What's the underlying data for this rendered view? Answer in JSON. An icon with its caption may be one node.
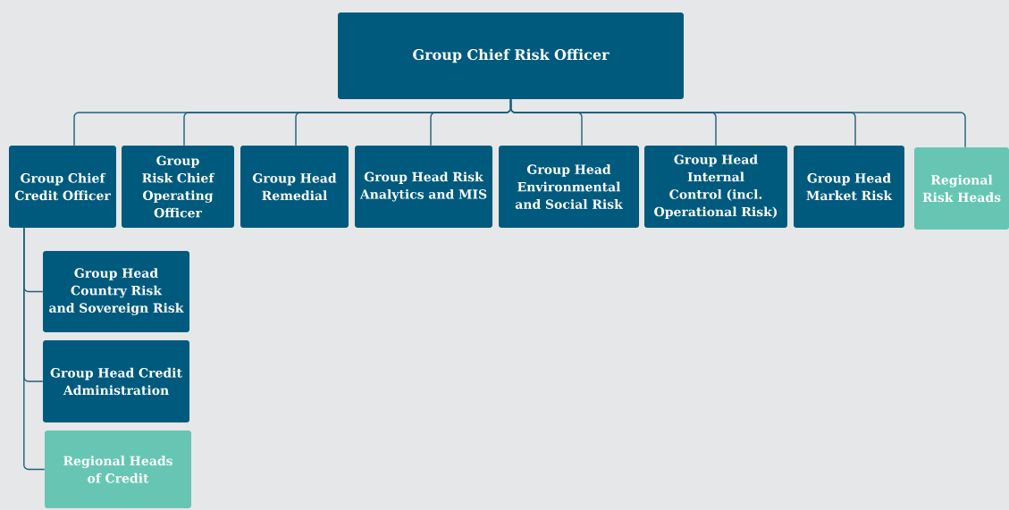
{
  "diagram": {
    "nodes": [
      {
        "text": [
          "Group Chief Risk Officer"
        ]
      },
      {
        "text": [
          "Group Chief Credit Officer"
        ]
      },
      {
        "text": [
          "Group Risk Chief Operating Officer"
        ]
      },
      {
        "text": [
          "Group Head Remedial"
        ]
      },
      {
        "text": [
          "Group Head Risk Analytics and MIS"
        ]
      },
      {
        "text": [
          "Group Head Environmental and Social Risk"
        ]
      },
      {
        "text": [
          "Group Head Internal Control (incl. Operational Risk)"
        ]
      },
      {
        "text": [
          "Group Head Market Risk"
        ]
      },
      {
        "text": [
          "Regional Risk Heads"
        ]
      },
      {
        "text": [
          "Group Head Country Risk and Sovereign Risk"
        ]
      },
      {
        "text": [
          "Group Head Credit Administration"
        ]
      },
      {
        "text": [
          "Regional Heads of Credit"
        ]
      }
    ],
    "edges": [
      {
        "from": 0,
        "to": 1,
        "arrow": "none"
      },
      {
        "from": 0,
        "to": 2,
        "arrow": "none"
      },
      {
        "from": 0,
        "to": 3,
        "arrow": "none"
      },
      {
        "from": 0,
        "to": 4,
        "arrow": "none"
      },
      {
        "from": 0,
        "to": 5,
        "arrow": "none"
      },
      {
        "from": 0,
        "to": 6,
        "arrow": "none"
      },
      {
        "from": 0,
        "to": 7,
        "arrow": "none"
      },
      {
        "from": 0,
        "to": 8,
        "arrow": "none"
      },
      {
        "from": 1,
        "to": 9,
        "arrow": "none"
      },
      {
        "from": 1,
        "to": 10,
        "arrow": "none"
      },
      {
        "from": 1,
        "to": 11,
        "arrow": "none"
      }
    ]
  }
}
